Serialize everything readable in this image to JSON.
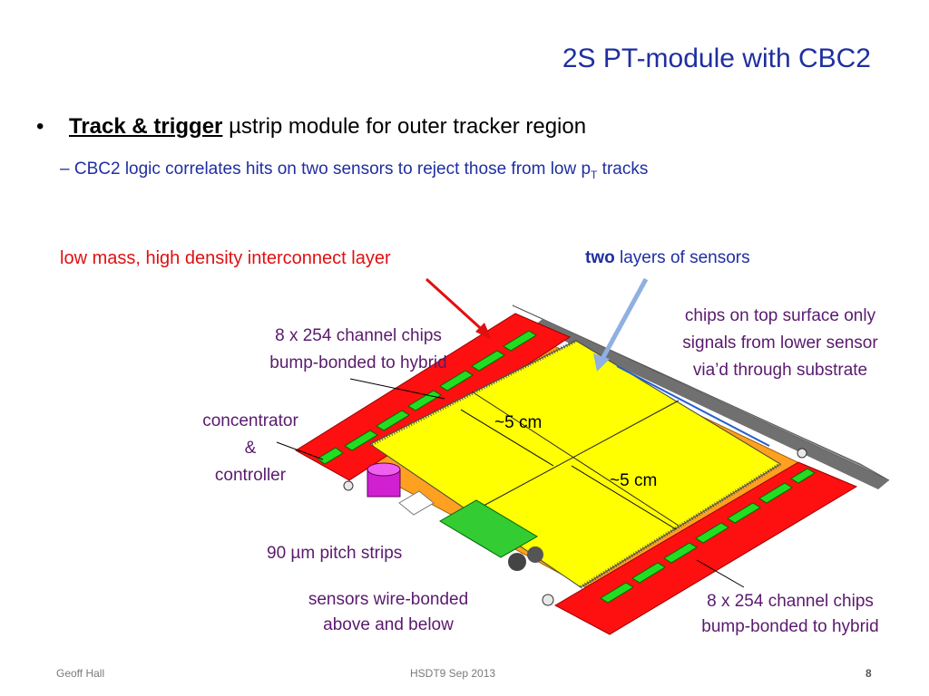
{
  "slide": {
    "title": "2S PT-module with CBC2",
    "bullet1": {
      "marker": "•",
      "bold": "Track & trigger",
      "rest": " µstrip module for outer tracker region"
    },
    "bullet2": {
      "marker": "–",
      "text": "CBC2 logic correlates hits on two sensors to reject those from low p",
      "sub": "T",
      "tail": " tracks"
    }
  },
  "labels": {
    "interconnect": "low mass, high density interconnect layer",
    "two_word": "two",
    "two_rest": " layers of sensors",
    "chips_top": [
      "chips on top surface only",
      "signals from lower sensor",
      "via’d through substrate"
    ],
    "chips_left": [
      "8 x 254 channel chips",
      "bump-bonded to hybrid"
    ],
    "concentrator": [
      "concentrator",
      "&",
      "controller"
    ],
    "dim_1": "~5 cm",
    "dim_2": "~5 cm",
    "pitch": "90 µm pitch strips",
    "wire_bonded": [
      "sensors wire-bonded",
      "above and below"
    ],
    "chips_right": [
      "8 x 254 channel chips",
      "bump-bonded to hybrid"
    ]
  },
  "footer": {
    "author": "Geoff Hall",
    "event": "HSDT9 Sep 2013",
    "page": "8"
  },
  "colors": {
    "title_blue": "#1f2fa0",
    "label_purple": "#5a1a6e",
    "label_red": "#e01010",
    "sensor_yellow": "#ffff00",
    "hybrid_red": "#ff1010",
    "chip_green": "#22dd22",
    "substrate_orange": "#ffa020",
    "frame_gray": "#909090"
  }
}
